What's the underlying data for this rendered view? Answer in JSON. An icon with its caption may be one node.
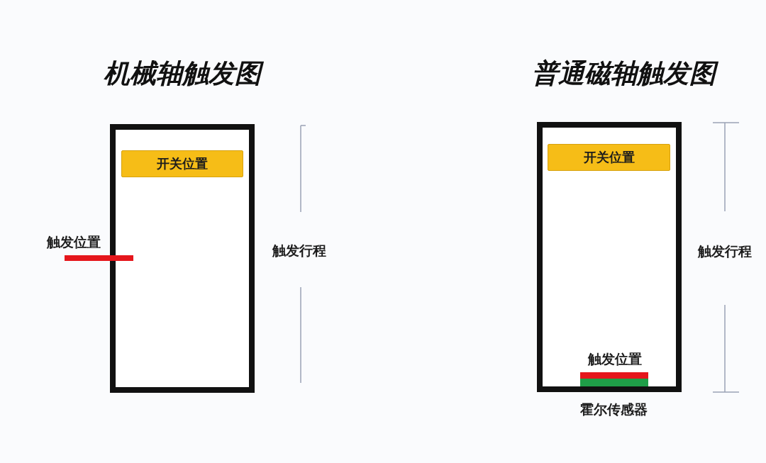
{
  "diagram": {
    "nodes": [
      {
        "text": [],
        "shape": "box"
      },
      {
        "text": [
          "开关位置"
        ],
        "in": 0
      },
      {
        "text": [],
        "shape": "bar",
        "beside": [
          "触发位置"
        ]
      },
      {
        "text": [],
        "shape": "box"
      },
      {
        "text": [
          "开关位置"
        ],
        "in": 3
      },
      {
        "text": [],
        "shape": "bar",
        "in": 3,
        "beside": [
          "触发位置"
        ]
      },
      {
        "text": [],
        "shape": "bar",
        "in": 3,
        "beside": [
          "霍尔传感器"
        ]
      }
    ],
    "labels": [
      "机械轴触发图",
      "普通磁轴触发图",
      "触发行程",
      "触发行程"
    ]
  }
}
